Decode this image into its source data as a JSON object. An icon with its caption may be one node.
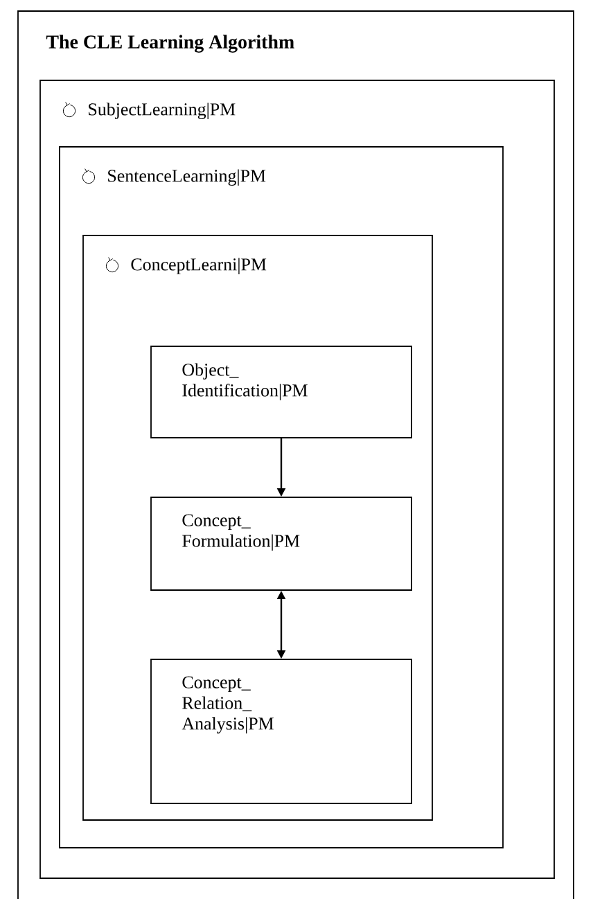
{
  "diagram": {
    "nodes": [
      {
        "text": [
          "The CLE Learning Algorithm"
        ]
      },
      {
        "text": [
          "SubjectLearning|PM"
        ],
        "in": 0
      },
      {
        "text": [
          "SentenceLearning|PM"
        ],
        "in": 1
      },
      {
        "text": [
          "ConceptLearni|PM"
        ],
        "in": 2
      },
      {
        "text": [
          "Object_ Identification|PM"
        ],
        "in": 3
      },
      {
        "text": [
          "Concept_ Formulation|PM"
        ],
        "in": 3
      },
      {
        "text": [
          "Concept_ Relation_ Analysis|PM"
        ],
        "in": 3
      }
    ],
    "edges": [
      {
        "from": 4,
        "to": 5,
        "arrow": "to"
      },
      {
        "from": 5,
        "to": 6,
        "arrow": "both"
      }
    ]
  }
}
